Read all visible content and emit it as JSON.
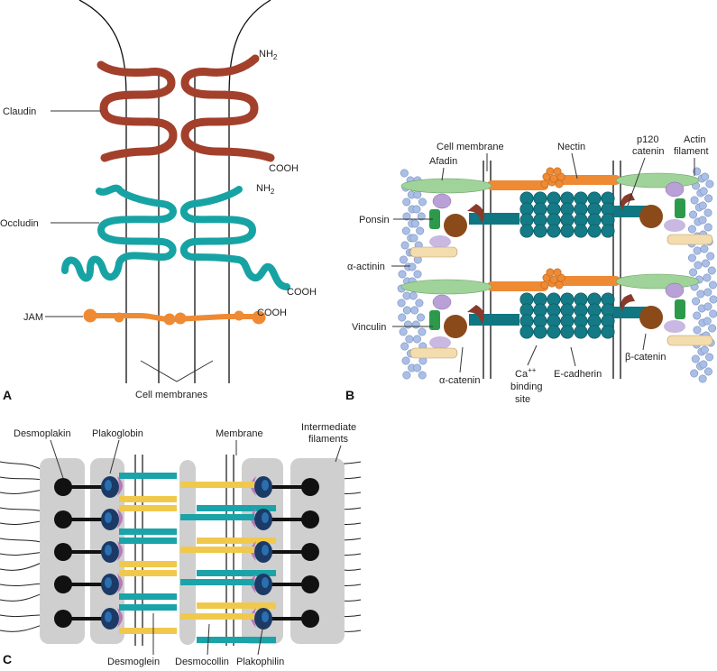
{
  "colors": {
    "claudin": "#a3402c",
    "occludin": "#17a3a4",
    "jam": "#ef8a34",
    "membrane": "#111111",
    "cadherin": "#147a86",
    "nectin": "#ef8a34",
    "afadin": "#9fd39a",
    "actin": "#aabfe8",
    "ponsin": "#b9a0d6",
    "vinculin": "#2c9a4a",
    "alpha_catenin": "#8a4a1a",
    "beta_catenin": "#8a3a2a",
    "alpha_actinin": "#f3dcae",
    "desmoglein": "#1aa3a8",
    "desmocollin": "#f0c94c",
    "plakoglobin": "#2a6fb0",
    "plakophilin": "#b87ab8",
    "plaque": "#cfcfcf",
    "desmoplakin": "#111111"
  },
  "panel_a": {
    "letter": "A",
    "labels": {
      "claudin": "Claudin",
      "occludin": "Occludin",
      "jam": "JAM",
      "nh2": "NH",
      "nh2_sub": "2",
      "cooh": "COOH",
      "cell_membranes": "Cell membranes"
    }
  },
  "panel_b": {
    "letter": "B",
    "labels": {
      "cell_membrane": "Cell membrane",
      "nectin": "Nectin",
      "p120_line1": "p120",
      "p120_line2": "catenin",
      "actin_line1": "Actin",
      "actin_line2": "filament",
      "afadin": "Afadin",
      "ponsin": "Ponsin",
      "alpha_actinin": "α-actinin",
      "vinculin": "Vinculin",
      "alpha_catenin": "α-catenin",
      "ca_line1": "Ca",
      "ca_sup": "++",
      "ca_line2": "binding",
      "ca_line3": "site",
      "e_cadherin": "E-cadherin",
      "beta_catenin": "β-catenin"
    }
  },
  "panel_c": {
    "letter": "C",
    "labels": {
      "desmoplakin": "Desmoplakin",
      "plakoglobin": "Plakoglobin",
      "membrane": "Membrane",
      "if_line1": "Intermediate",
      "if_line2": "filaments",
      "desmoglein": "Desmoglein",
      "desmocollin": "Desmocollin",
      "plakophilin": "Plakophilin"
    }
  }
}
